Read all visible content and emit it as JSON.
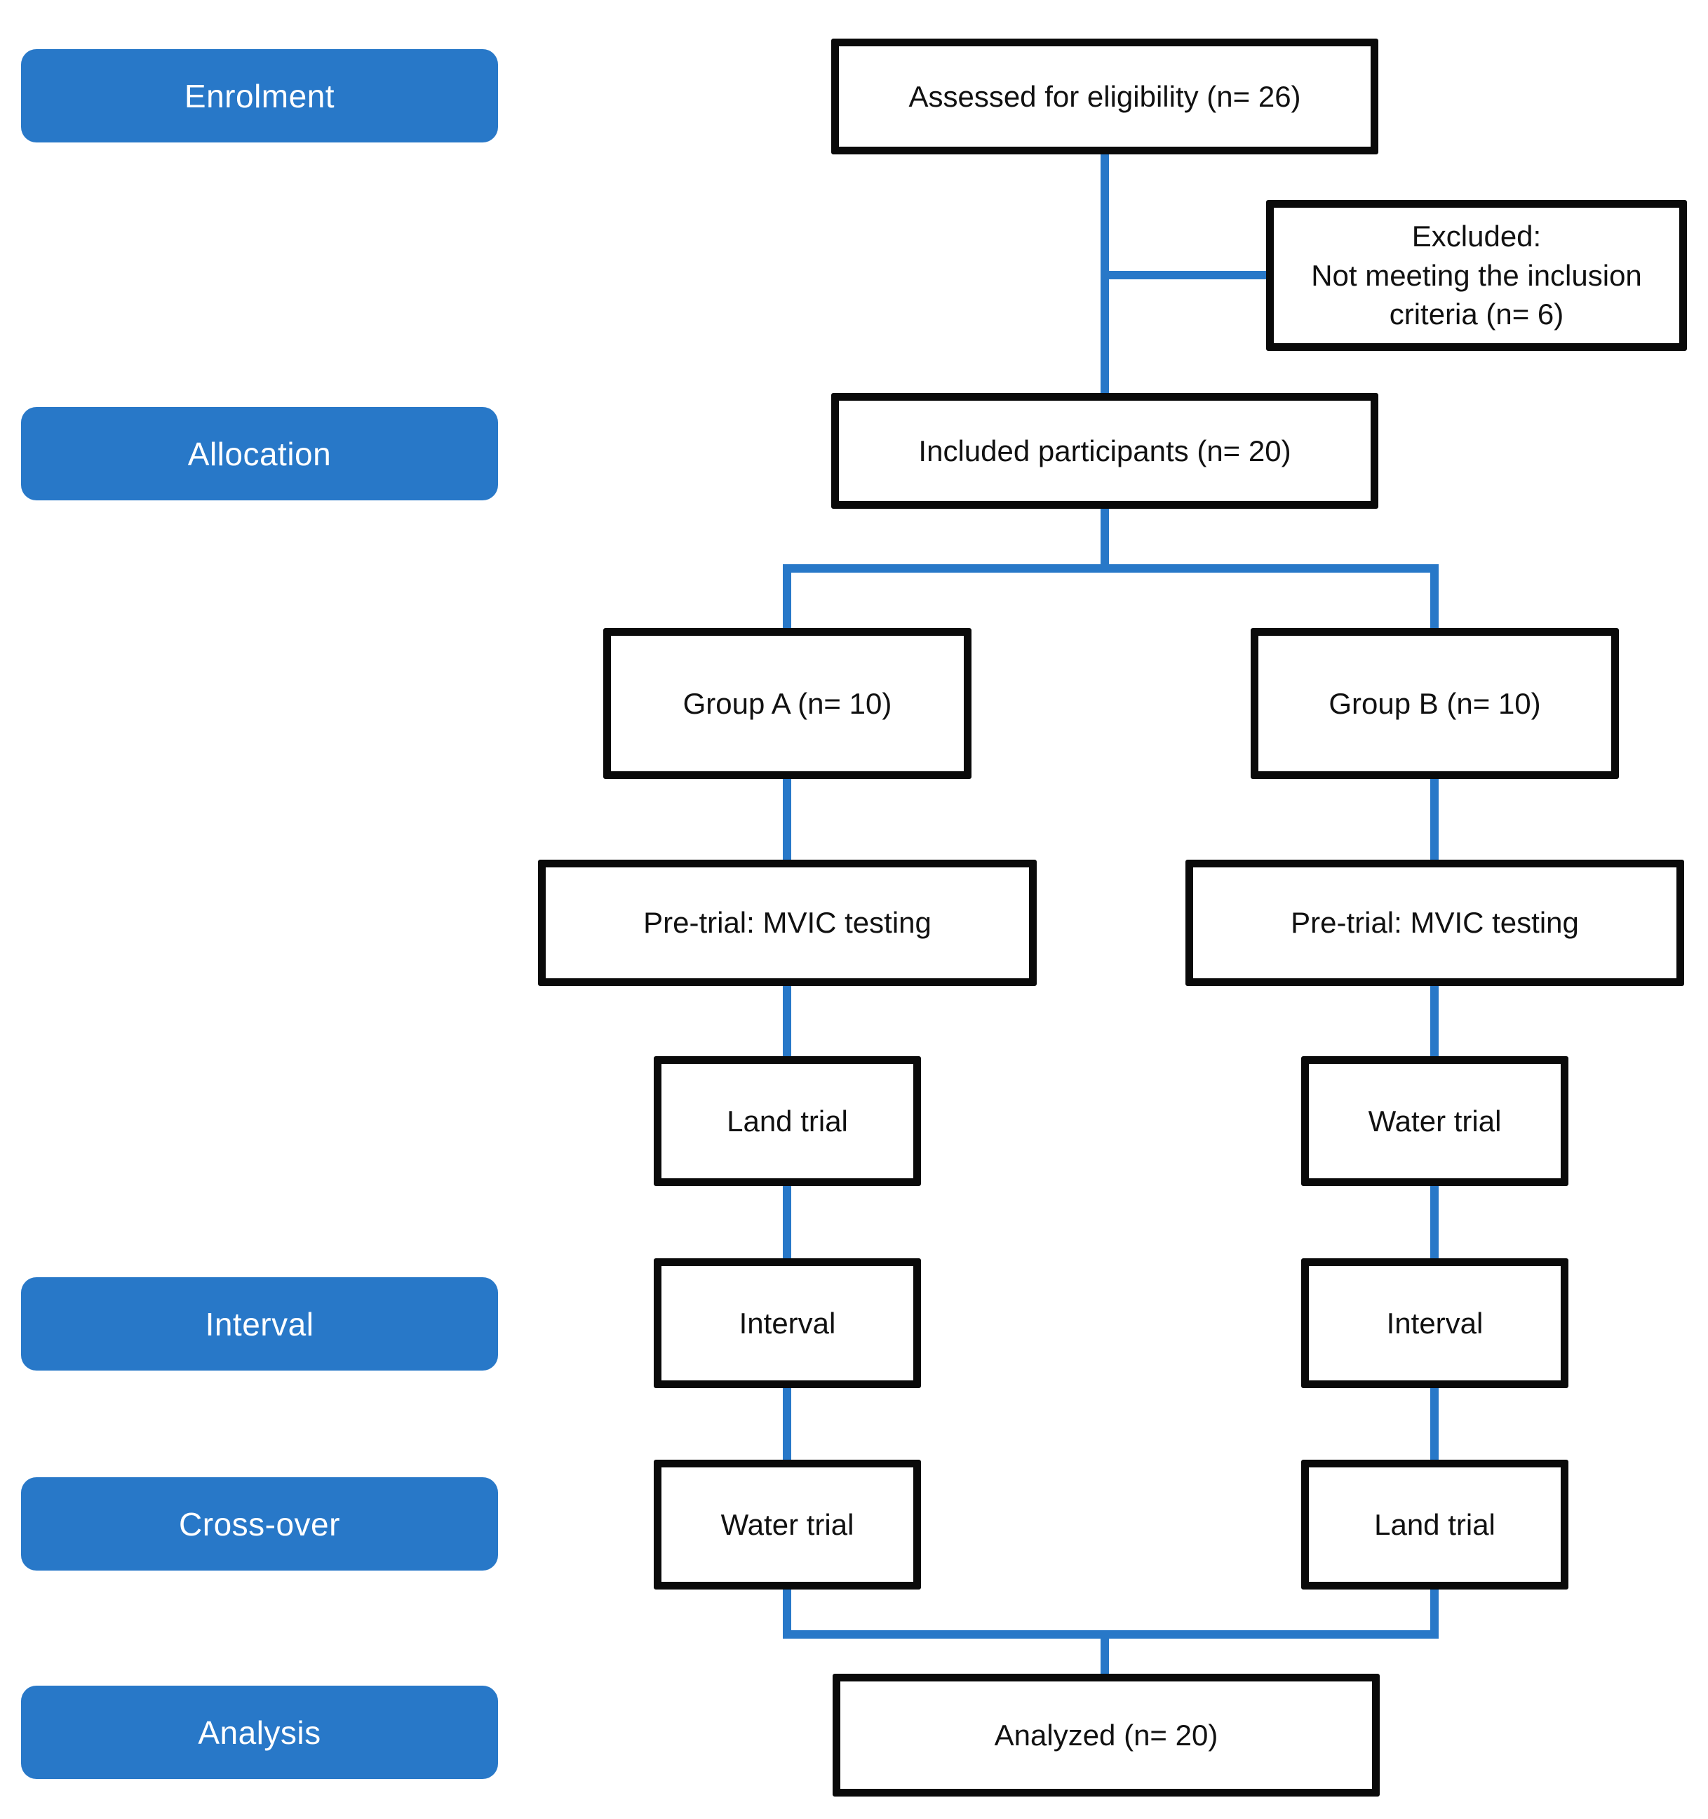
{
  "colors": {
    "accent": "#2878c8",
    "box_border": "#0a0a0a",
    "text": "#111111",
    "background": "#ffffff"
  },
  "phase_labels": [
    "Enrolment",
    "Allocation",
    "Interval",
    "Cross-over",
    "Analysis"
  ],
  "nodes": {
    "assessed": "Assessed for eligibility (n= 26)",
    "excluded_line1": "Excluded:",
    "excluded_line2": "Not meeting the inclusion",
    "excluded_line3": "criteria (n= 6)",
    "included": "Included participants (n= 20)",
    "group_a": "Group A (n= 10)",
    "group_b": "Group B (n= 10)",
    "pretrial_a": "Pre-trial: MVIC testing",
    "pretrial_b": "Pre-trial: MVIC testing",
    "arm_a_first_trial": "Land trial",
    "arm_b_first_trial": "Water trial",
    "arm_a_interval": "Interval",
    "arm_b_interval": "Interval",
    "arm_a_crossover_trial": "Water trial",
    "arm_b_crossover_trial": "Land trial",
    "analyzed": "Analyzed (n= 20)"
  }
}
